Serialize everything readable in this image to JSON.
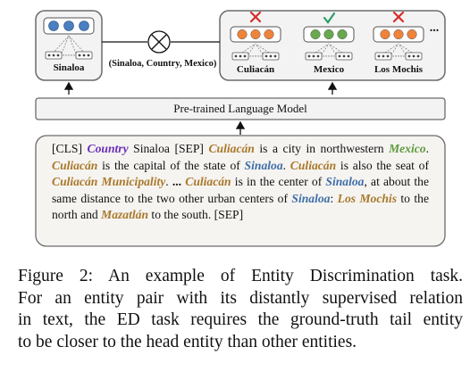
{
  "diagram": {
    "head_entity": "Sinaloa",
    "pair_label": "(Sinaloa, Country, Mexico)",
    "plm_label": "Pre-trained Language Model",
    "candidates": [
      {
        "name": "Culiacán",
        "status": "wrong",
        "status_icon": "cross-icon"
      },
      {
        "name": "Mexico",
        "status": "correct",
        "status_icon": "check-icon"
      },
      {
        "name": "Los Mochis",
        "status": "wrong",
        "status_icon": "cross-icon"
      }
    ],
    "candidates_more": "...",
    "colors": {
      "head_node": "#4a7fc0",
      "candidate_node": "#f0833a",
      "correct_node": "#6aa84f",
      "cross": "#d62b2b",
      "check": "#2e9e6a",
      "box_border": "#6b6b6b",
      "box_fill": "#f3f3f3",
      "country_color": "#6a2fb8",
      "culiacan_color": "#a9782a",
      "mexico_color": "#5e9a3d",
      "sinaloa_color": "#3f6ea8"
    }
  },
  "context": {
    "segments": [
      {
        "text": "[CLS] ",
        "style": "plain"
      },
      {
        "text": "Country",
        "style": "country"
      },
      {
        "text": " Sinaloa [SEP] ",
        "style": "plain"
      },
      {
        "text": "Culiacán",
        "style": "culiacan"
      },
      {
        "text": " is a city in northwestern ",
        "style": "plain"
      },
      {
        "text": "Mexico",
        "style": "mexico"
      },
      {
        "text": ". ",
        "style": "plain"
      },
      {
        "text": "Culiacán",
        "style": "culiacan"
      },
      {
        "text": " is the capital of the state of ",
        "style": "plain"
      },
      {
        "text": "Sinaloa",
        "style": "sinaloa"
      },
      {
        "text": ". ",
        "style": "plain"
      },
      {
        "text": "Culiacán",
        "style": "culiacan"
      },
      {
        "text": " is also the seat of ",
        "style": "plain"
      },
      {
        "text": "Culiacán Municipality",
        "style": "culiacan"
      },
      {
        "text": ". ",
        "style": "plain"
      },
      {
        "text": "...",
        "style": "bold"
      },
      {
        "text": " ",
        "style": "plain"
      },
      {
        "text": "Culiacán",
        "style": "culiacan"
      },
      {
        "text": " is in the center of ",
        "style": "plain"
      },
      {
        "text": "Sinaloa",
        "style": "sinaloa"
      },
      {
        "text": ", at about the same distance to the two other urban centers of ",
        "style": "plain"
      },
      {
        "text": "Sinaloa",
        "style": "sinaloa"
      },
      {
        "text": ": ",
        "style": "plain"
      },
      {
        "text": "Los Mochis",
        "style": "culiacan"
      },
      {
        "text": " to the north and ",
        "style": "plain"
      },
      {
        "text": "Mazatlán",
        "style": "culiacan"
      },
      {
        "text": " to the south. [SEP]",
        "style": "plain"
      }
    ]
  },
  "caption": {
    "lines": [
      "Figure 2:  An example of Entity Discrimination task.",
      "For an entity pair with its distantly supervised relation",
      "in text, the ED task requires the ground-truth tail entity",
      "to be closer to the head entity than other entities."
    ]
  }
}
